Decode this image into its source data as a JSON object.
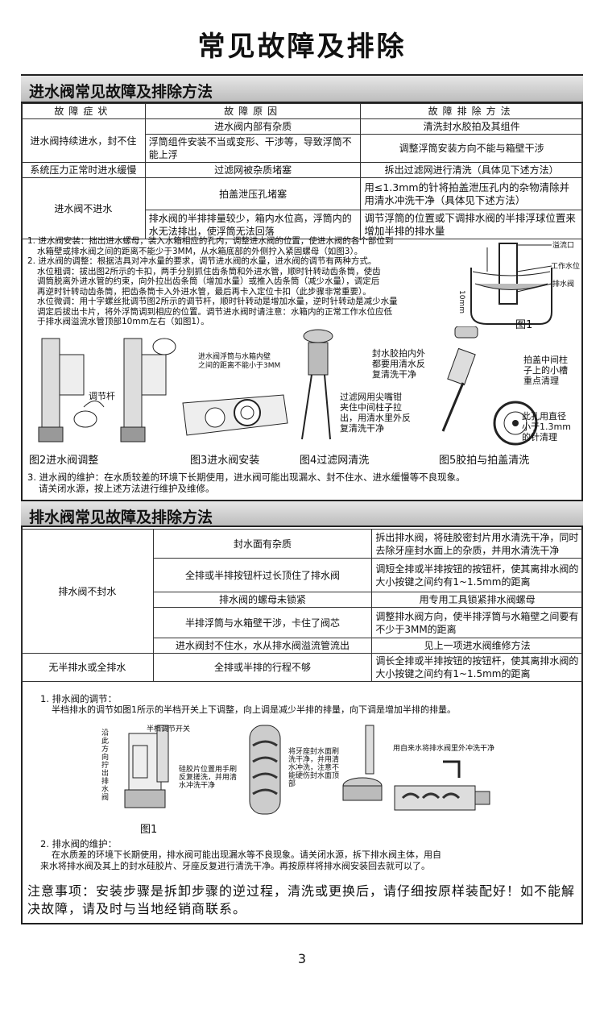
{
  "page_title": "常见故障及排除",
  "inlet": {
    "header": "进水阀常见故障及排除方法",
    "columns": [
      "故障症状",
      "故障原因",
      "故障排除方法"
    ],
    "rows": [
      {
        "symptom": "进水阀持续进水，封不住",
        "causes": [
          "进水阀内部有杂质",
          "浮筒组件安装不当或变形、干涉等，导致浮筒不能上浮"
        ],
        "fixes": [
          "清洗封水胶拍及其组件",
          "调整浮筒安装方向不能与箱壁干涉"
        ]
      },
      {
        "symptom": "系统压力正常时进水缓慢",
        "causes": [
          "过滤网被杂质堵塞"
        ],
        "fixes": [
          "拆出过滤网进行清洗（具体见下述方法）"
        ]
      },
      {
        "symptom": "进水阀不进水",
        "causes": [
          "拍盖泄压孔堵塞",
          "排水阀的半排排量较少，箱内水位高，浮筒内的水无法排出，使浮筒无法回落"
        ],
        "fixes": [
          "用≤1.3mm的针将拍盖泄压孔内的杂物清除并用清水冲洗干净（具体见下述方法）",
          "调节浮筒的位置或下调排水阀的半排浮球位置来增加半排的排水量"
        ]
      }
    ],
    "notes": [
      "1. 进水阀安装：拙出进水螺母，装入水箱相应的孔内，调整进水阀的位置，使进水阀的各个部位到",
      "水箱壁或排水阀之间的距离不能少于3MM，从水箱底部的外侧拧入紧固螺母（如图3）。",
      "2. 进水阀的调整：根据洁具对冲水量的要求，调节进水阀的水量，进水阀的调节有两种方式。",
      "水位粗调：拔出图2所示的卡扣，两手分别抓住齿条筒和外进水管，顺时针转动齿条筒，使齿",
      "调筒脱离外进水管的约束，向外拉出齿条筒（增加水量）或推入齿条筒（减少水量），调定后",
      "再逆时针转动齿条筒，把齿条筒卡入外进水管，最后再卡入定位卡扣（此步骤非常重要）。",
      "水位微调：用十字螺丝批调节图2所示的调节杆，顺时针转动是增加水量，逆时针转动是减少水量",
      "调定后拔出卡片，将外浮筒调到相应的位置。调节进水阀时请注意：水箱内的正常工作水位应低",
      "于排水阀溢流水管顶部10mm左右（如图1）。"
    ],
    "note3": [
      "3. 进水阀的维护：在水质较差的环境下长期使用，进水阀可能出现漏水、封不住水、进水缓慢等不良现象。",
      "请关闭水源，按上述方法进行维护及维修。"
    ],
    "fig1": {
      "caption": "图1",
      "labels": [
        "溢流口",
        "工作水位",
        "排水阀",
        "10mm"
      ]
    },
    "fig2": {
      "caption": "图2进水阀调整",
      "labels": [
        "调节杆"
      ]
    },
    "fig3": {
      "caption": "图3进水阀安装",
      "labels": [
        "进水阀浮筒与水箱内壁",
        "之间的距离不能小于3MM"
      ]
    },
    "fig4": {
      "caption": "图4过滤网清洗",
      "labels": [
        "过滤网用尖嘴钳",
        "夹住中间柱子拉",
        "出，用清水里外反",
        "复清洗干净"
      ]
    },
    "fig5": {
      "caption": "图5胶拍与拍盖清洗",
      "labels": [
        "封水胶拍内外",
        "都要用清水反",
        "复清洗干净",
        "拍盖中间柱",
        "子上的小槽",
        "重点清理",
        "此孔用直径",
        "小于1.3mm",
        "的针清理"
      ]
    }
  },
  "drain": {
    "header": "排水阀常见故障及排除方法",
    "rows": [
      {
        "cause": "封水面有杂质",
        "fix": "拆出排水阀，将硅胶密封片用水清洗干净，同时去除牙座封水面上的杂质，并用水清洗干净"
      },
      {
        "cause": "全排或半排按钮杆过长顶住了排水阀",
        "fix": "调短全排或半排按钮的按钮杆，使其离排水阀的大小按键之间约有1~1.5mm的距离"
      },
      {
        "cause": "排水阀的螺母未锁紧",
        "fix": "用专用工具锁紧排水阀螺母"
      },
      {
        "cause": "半排浮筒与水箱壁干涉，卡住了阀芯",
        "fix": "调整排水阀方向，使半排浮筒与水箱壁之间要有不少于3MM的距离"
      },
      {
        "cause": "进水阀封不住水，水从排水阀溢流管流出",
        "fix": "见上一项进水阀维修方法"
      },
      {
        "symptom2": "无半排水或全排水",
        "cause": "全排或半排的行程不够",
        "fix": "调长全排或半排按钮的按钮杆，使其离排水阀的大小按键之间约有1~1.5mm的距离"
      }
    ],
    "symptom1": "排水阀不封水",
    "adjust_title": "1. 排水阀的调节：",
    "adjust_text": "半档排水的调节如图1所示的半档开关上下调整，向上调是减少半排的排量，向下调是增加半排的排量。",
    "fig_labels": [
      "半档调节开关",
      "沿此方向拧出排水阀",
      "硅胶片位置用手刷反复搓洗，并用清水冲洗干净",
      "将牙座封水面刷洗干净，并用清水冲洗，注意不能硬伤封水面顶部",
      "用自来水将排水阀里外冲洗干净"
    ],
    "fig_caption": "图1",
    "maint_title": "2. 排水阀的维护：",
    "maint_text": [
      "在水质差的环境下长期使用，排水阀可能出现漏水等不良现象。请关闭水源，拆下排水阀主体，用自",
      "来水将排水阀及其上的封水硅胶片、牙座反复进行清洗干净。再按原样将排水阀安装回去就可以了。"
    ]
  },
  "footer": "注意事项：安装步骤是拆卸步骤的逆过程，清洗或更换后，请仔细按原样装配好！如不能解决故障，请及时与当地经销商联系。",
  "page_number": "3"
}
